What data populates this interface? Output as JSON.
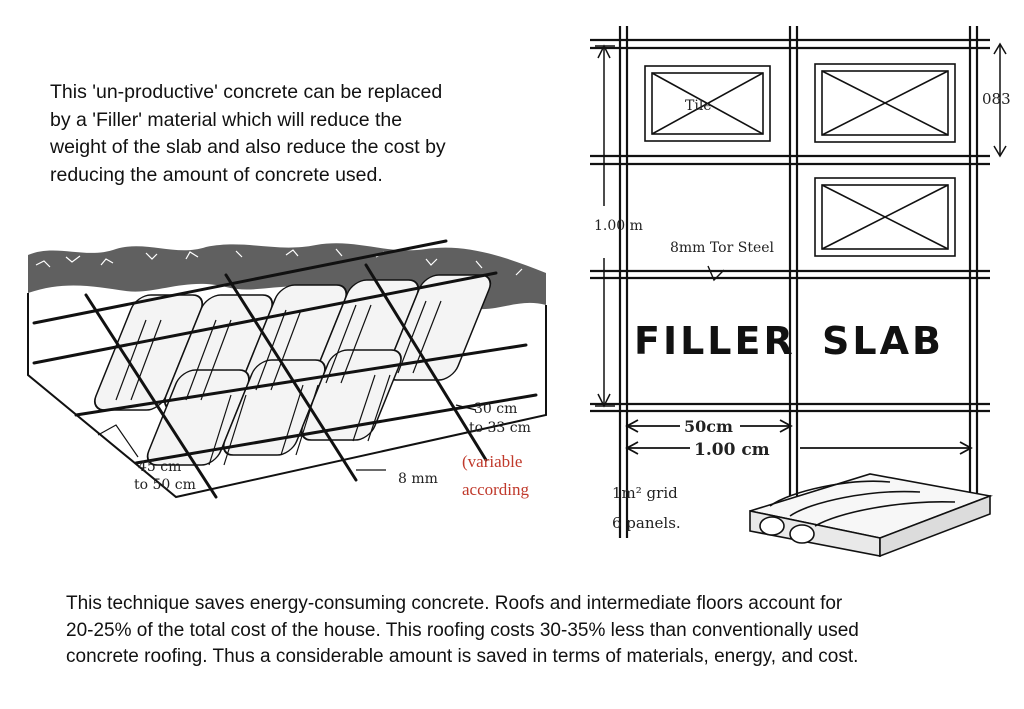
{
  "top_paragraph": "This 'un-productive' concrete can be replaced\nby a 'Filler' material which will reduce the\nweight of the slab and also reduce the cost by\nreducing the amount of concrete used.",
  "bottom_paragraph": "This technique saves energy-consuming concrete. Roofs and intermediate floors account for\n20-25% of the total cost of the house. This roofing costs 30-35% less than conventionally used\nconcrete roofing. Thus a considerable amount is saved in terms of materials, energy, and cost.",
  "left_sketch": {
    "dim_spacing_1": "30 cm",
    "dim_spacing_2": "to 33 cm",
    "dim_tiles_1": "45 cm",
    "dim_tiles_2": "to 50 cm",
    "bar_size": "8 mm",
    "note_line_1": "(variable",
    "note_line_2": "according"
  },
  "right_sketch": {
    "tile_label": "Tile",
    "dim_right": "083",
    "dim_left": "1.00 m",
    "steel_label": "8mm Tor Steel",
    "title_word_1": "FILLER",
    "title_word_2": "SLAB",
    "dim_half": "50cm",
    "dim_full": "1.00 cm",
    "grid_note_1": "1m² grid",
    "grid_note_2": "6 panels."
  },
  "colors": {
    "text": "#111111",
    "note_red": "#c0392b",
    "background": "#ffffff"
  }
}
